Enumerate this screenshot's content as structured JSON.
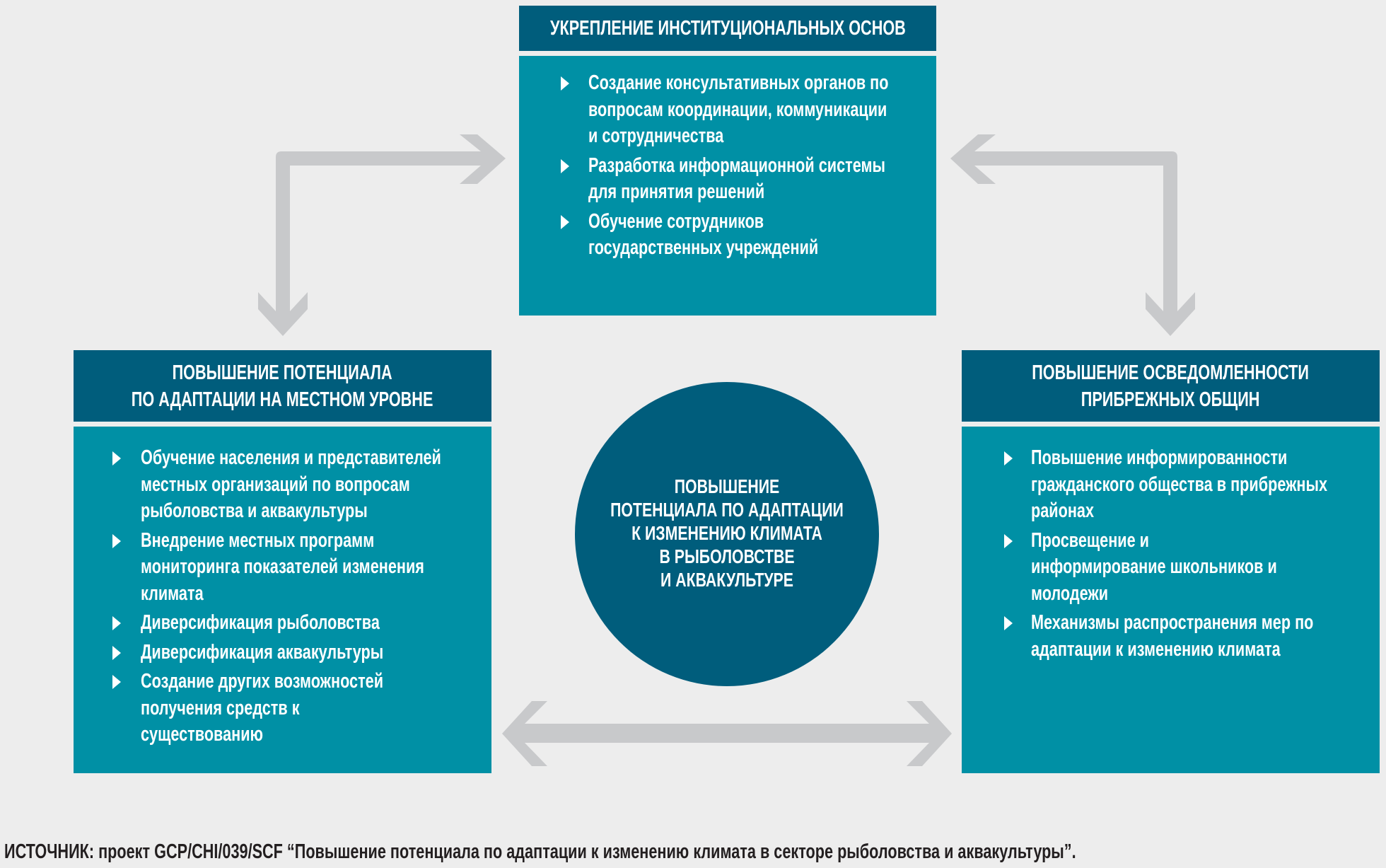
{
  "diagram": {
    "center": {
      "title_lines": [
        "Повышение",
        "потенциала по адаптации",
        "к изменению климата",
        "в рыболовстве",
        "и аквакультуре"
      ]
    },
    "boxes": {
      "top": {
        "title_lines": [
          "Укрепление институциональных основ"
        ],
        "items": [
          "Создание консультативных органов по вопросам координации, коммуникации и сотрудничества",
          "Разработка информационной системы для принятия решений",
          "Обучение сотрудников государственных учреждений"
        ]
      },
      "left": {
        "title_lines": [
          "Повышение потенциала",
          "по адаптации на местном уровне"
        ],
        "items": [
          "Обучение населения и представителей местных организаций по вопросам рыболовства и аквакультуры",
          "Внедрение местных программ мониторинга показателей изменения климата",
          "Диверсификация рыболовства",
          "Диверсификация аквакультуры",
          "Создание других возможностей получения средств к существованию"
        ]
      },
      "right": {
        "title_lines": [
          "Повышение осведомленности",
          "прибрежных общин"
        ],
        "items": [
          "Повышение информированности гражданского общества в прибрежных районах",
          "Просвещение и информирование школьников и молодежи",
          "Механизмы распространения мер по адаптации к изменению климата"
        ]
      }
    },
    "connectors": [
      {
        "from": "top",
        "to": "left",
        "type": "bidirectional-elbow"
      },
      {
        "from": "top",
        "to": "right",
        "type": "bidirectional-elbow"
      },
      {
        "from": "left",
        "to": "right",
        "type": "bidirectional"
      }
    ],
    "colors": {
      "background": "#ededed",
      "header": "#005d7c",
      "body": "#0090a5",
      "circle": "#005d7c",
      "arrow": "#c8c9cb",
      "text_light": "#ffffff",
      "text_dark": "#231f20"
    }
  },
  "source": {
    "label": "Источник:",
    "text": " проект GCP/CHI/039/SCF “Повышение потенциала по адаптации к изменению климата в секторе рыболовства и аквакультуры”."
  }
}
